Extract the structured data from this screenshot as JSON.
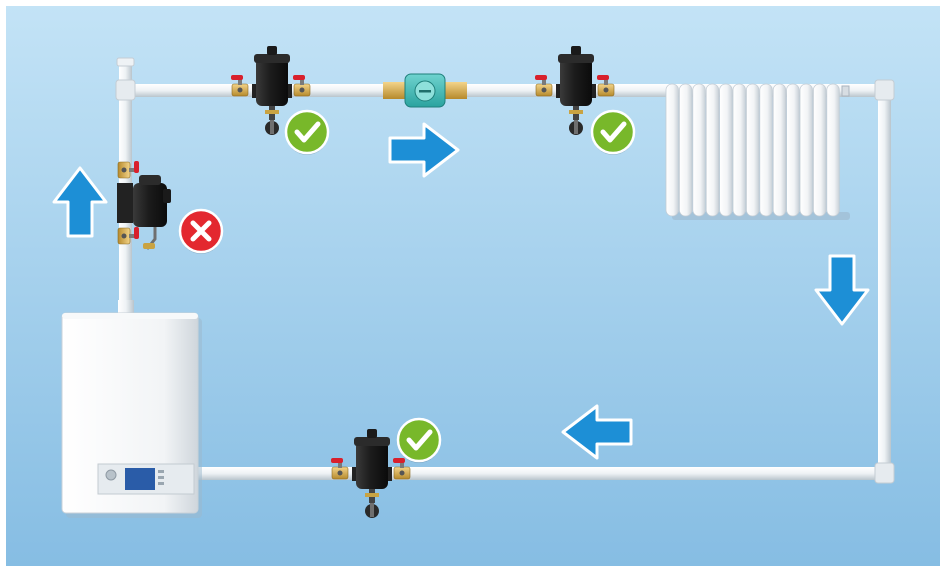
{
  "diagram": {
    "background_top": "#c3e3f6",
    "background_bottom": "#86bde3",
    "pipe_color": "#f1f4f6",
    "valve_handle_color": "#d8202c",
    "check_color": "#78b82a",
    "cross_color": "#e3282f",
    "arrow_color": "#1d8fd6",
    "flow_direction": "clockwise",
    "components": [
      {
        "id": "boiler",
        "icon": "boiler-icon"
      },
      {
        "id": "filter-boiler-flow",
        "icon": "magnetic-filter-icon",
        "status": "incorrect",
        "status_icon": "cross-icon"
      },
      {
        "id": "filter-flow-before-pump",
        "icon": "magnetic-filter-icon",
        "status": "correct",
        "status_icon": "check-icon"
      },
      {
        "id": "circulation-pump",
        "icon": "pump-icon"
      },
      {
        "id": "filter-flow-after-pump",
        "icon": "magnetic-filter-icon",
        "status": "correct",
        "status_icon": "check-icon"
      },
      {
        "id": "radiator",
        "icon": "radiator-icon"
      },
      {
        "id": "filter-return",
        "icon": "magnetic-filter-icon",
        "status": "correct",
        "status_icon": "check-icon"
      }
    ],
    "arrows": [
      "up",
      "right",
      "down",
      "left"
    ]
  }
}
